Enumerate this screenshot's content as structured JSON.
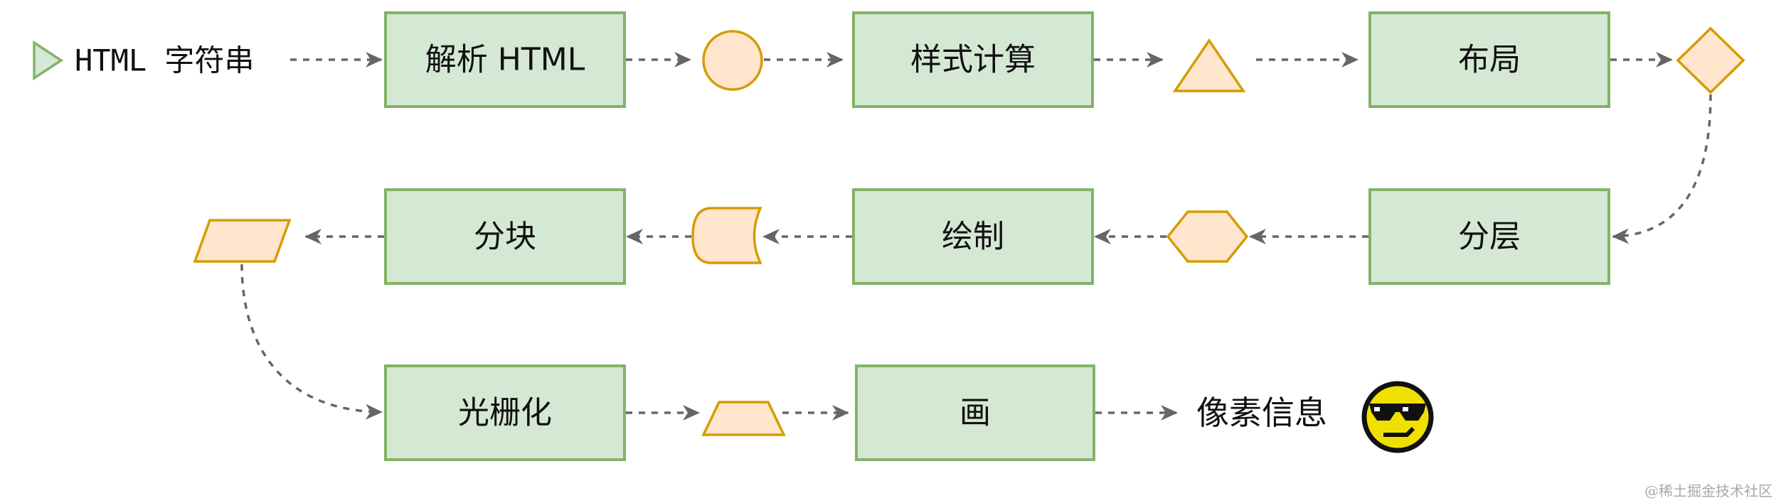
{
  "diagram": {
    "start_label": "HTML  字符串",
    "steps": {
      "parse": "解析 HTML",
      "style": "样式计算",
      "layout": "布局",
      "layer": "分层",
      "paint": "绘制",
      "tiles": "分块",
      "raster": "光栅化",
      "draw": "画"
    },
    "end_label": "像素信息",
    "end_icon": "sunglasses-smiley-icon"
  },
  "colors": {
    "box_fill": "#d5e8d4",
    "box_stroke": "#82b366",
    "shape_fill": "#ffe6cc",
    "shape_stroke": "#d79b00",
    "arrow": "#666666",
    "smiley": "#f0e000"
  },
  "watermark": "@稀土掘金技术社区"
}
